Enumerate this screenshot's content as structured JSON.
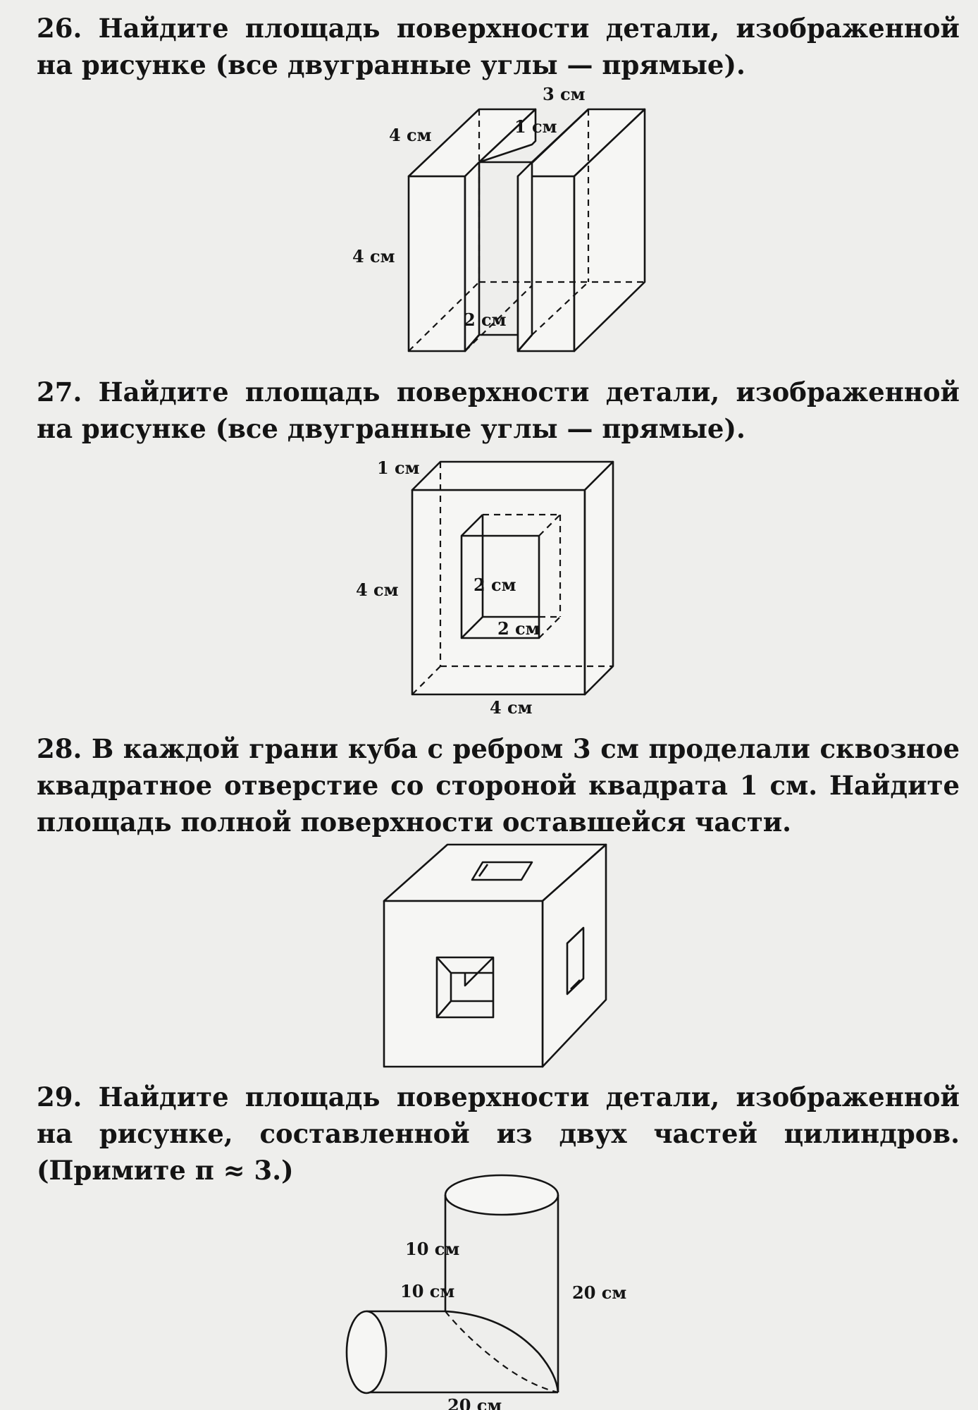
{
  "problems": [
    {
      "number": "26.",
      "text": "Найдите площадь поверхности детали, изображенной на рисунке (все двугранные углы — прямые).",
      "labels": {
        "top": "3 см",
        "inner": "1 см",
        "depth": "4 см",
        "height": "4 см",
        "bottom": "2 см"
      }
    },
    {
      "number": "27.",
      "text": "Найдите площадь поверхности детали, изображенной на рисунке (все двугранные углы — прямые).",
      "labels": {
        "depth": "1 см",
        "height": "4 см",
        "hole_h": "2 см",
        "hole_w": "2 см",
        "width": "4 см"
      }
    },
    {
      "number": "28.",
      "text": "В каждой грани куба с ребром 3 см проделали сквозное квадратное отверстие со стороной квадрата 1 см. Найдите площадь полной поверхности оставшейся части."
    },
    {
      "number": "29.",
      "text": "Найдите площадь поверхности детали, изображенной на рисунке, составленной из двух частей цилиндров. (Примите π ≈ 3.)",
      "labels": {
        "upper": "10 см",
        "left": "10 см",
        "right": "20 см",
        "bottom": "20 см"
      }
    }
  ]
}
